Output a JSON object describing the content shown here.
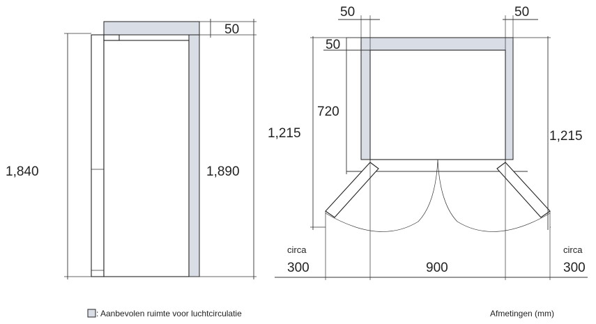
{
  "side_view": {
    "height_fridge": "1,840",
    "height_total": "1,890",
    "top_clearance": "50"
  },
  "top_view": {
    "side_clearance_left": "50",
    "side_clearance_right": "50",
    "back_clearance": "50",
    "depth": "720",
    "depth_open_left": "1,215",
    "depth_open_right": "1,215",
    "door_swing_left_prefix": "circa",
    "door_swing_left": "300",
    "width": "900",
    "door_swing_right_prefix": "circa",
    "door_swing_right": "300"
  },
  "legend": {
    "swatch_color": "#d9dee6",
    "label": ": Aanbevolen ruimte voor luchtcirculatie"
  },
  "units_note": "Afmetingen (mm)"
}
